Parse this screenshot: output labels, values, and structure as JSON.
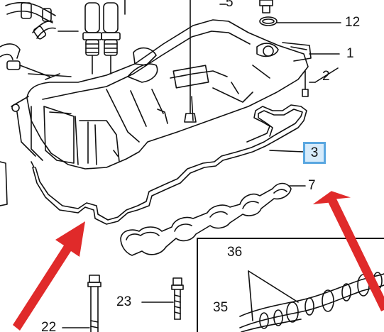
{
  "callouts": {
    "c12": "12",
    "c1": "1",
    "c2": "2",
    "c3": "3",
    "c7": "7",
    "c36": "36",
    "c35": "35",
    "c23": "23",
    "c22": "22",
    "c5": "5"
  },
  "colors": {
    "arrow": "#e02a2a",
    "highlight_border": "#5aa7e0",
    "highlight_fill": "#d6ebfb",
    "line": "#111111"
  }
}
